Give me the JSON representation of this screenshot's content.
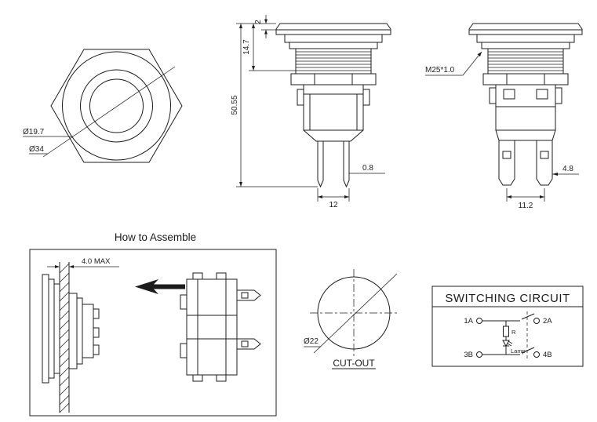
{
  "drawing": {
    "background": "#ffffff",
    "line_color": "#1c1c1c"
  },
  "front_view": {
    "dim_button_diameter": "Ø19.7",
    "dim_head_diameter": "Ø34"
  },
  "side_view": {
    "dim_cap_height": "2",
    "dim_upper_height": "14.7",
    "dim_total_height": "50.55",
    "dim_pin_thickness": "0.8",
    "dim_pin_span": "12"
  },
  "rear_view": {
    "thread_spec": "M25*1.0",
    "dim_pin_width": "4.8",
    "dim_pin_pitch": "11.2"
  },
  "assembly": {
    "title": "How to Assemble",
    "dim_panel_thickness": "4.0 MAX"
  },
  "cutout": {
    "dim_hole_diameter": "Ø22",
    "label": "CUT-OUT"
  },
  "circuit": {
    "title": "SWITCHING CIRCUIT",
    "terminals": [
      "1A",
      "2A",
      "3B",
      "4B"
    ],
    "resistor_label": "R",
    "lamp_label": "Lamp"
  }
}
